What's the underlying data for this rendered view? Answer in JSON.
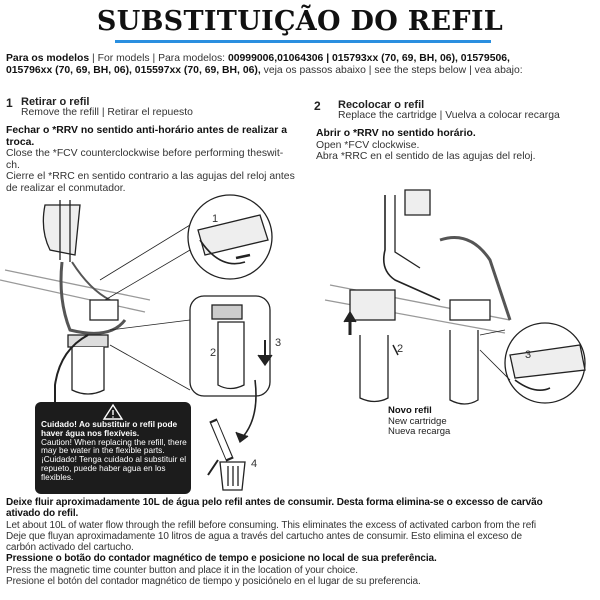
{
  "title": "SUBSTITUIÇÃO DO REFIL",
  "models": {
    "line1_bold_a": "Para os modelos",
    "line1_light": " | For models | Para modelos: ",
    "line1_bold_b": "00999006,01064306 | 015793xx (70, 69, BH, 06), 01579506,",
    "line2_bold": "015796xx (70, 69, BH, 06),  015597xx (70, 69, BH, 06),",
    "line2_light": " veja os passos abaixo | see the steps below |  vea abajo:"
  },
  "step1": {
    "number": "1",
    "title": "Retirar o refil",
    "subtitle": "Remove the refill | Retirar el repuesto",
    "instruction_bold_1": "Fechar o *RRV no sentido anti-horário antes de realizar a",
    "instruction_bold_2": "troca.",
    "instruction_en_1": "Close the *FCV counterclockwise before performing theswit-",
    "instruction_en_2": "ch.",
    "instruction_es_1": "Cierre el *RRC en sentido contrario a las agujas del reloj antes",
    "instruction_es_2": "de realizar el conmutador."
  },
  "step2": {
    "number": "2",
    "title": "Recolocar o refil",
    "subtitle": "Replace the cartridge | Vuelva a colocar recarga",
    "instruction_bold": "Abrir o *RRV no sentido horário.",
    "instruction_en": "Open *FCV clockwise.",
    "instruction_es": "Abra *RRC en el sentido de las agujas del reloj."
  },
  "warning": {
    "bold_1": "Cuidado! Ao substituir o refil pode",
    "bold_2": "haver água nos flexíveis.",
    "en_1": "Caution! When replacing the refill, there",
    "en_2": "may be water in the flexible parts.",
    "es_1": "¡Cuidado! Tenga cuidado al substituir el",
    "es_2": "repueto, puede haber agua en los",
    "es_3": "flexibles."
  },
  "figure_labels": {
    "n1": "1",
    "n2": "2",
    "n3": "3",
    "n4": "4",
    "n2b": "2",
    "n3b": "3",
    "new_refill": "Novo refil",
    "new_cartridge": "New cartridge",
    "nueva_recarga": "Nueva recarga"
  },
  "footer": {
    "p1_bold_1": "Deixe fluir aproximadamente 10L de água pelo refil antes de consumir. Desta forma elimina-se o excesso de carvão",
    "p1_bold_2": "ativado do refil.",
    "p1_en": "Let about 10L of water flow through the refill before consuming. This eliminates the excess of activated carbon from the refi",
    "p1_es_1": "Deje que fluyan aproximadamente 10 litros de agua a través del cartucho antes de consumir. Esto elimina el exceso de",
    "p1_es_2": "carbón activado del cartucho.",
    "p2_bold": "Pressione o botão do contador magnético de tempo e posicione no local de sua preferência.",
    "p2_en": "Press the magnetic time counter button and place it in the location of your choice.",
    "p2_es": "Presione el botón del contador magnético de tiempo y posiciónelo en el lugar de su preferencia."
  }
}
